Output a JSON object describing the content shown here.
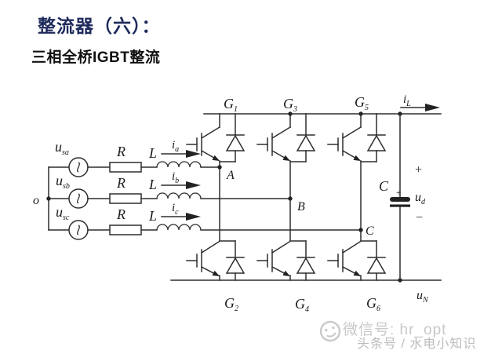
{
  "slide": {
    "title": "整流器（六）：",
    "subtitle": "三相全桥IGBT整流"
  },
  "circuit": {
    "neutral_node": "o",
    "source_labels": [
      {
        "main": "u",
        "sub": "sa"
      },
      {
        "main": "u",
        "sub": "sb"
      },
      {
        "main": "u",
        "sub": "sc"
      }
    ],
    "resistor_labels": [
      "R",
      "R",
      "R"
    ],
    "inductor_labels": [
      "L",
      "L",
      "L"
    ],
    "phase_current_labels": [
      {
        "main": "i",
        "sub": "a"
      },
      {
        "main": "i",
        "sub": "b"
      },
      {
        "main": "i",
        "sub": "c"
      }
    ],
    "upper_igbt_labels": [
      {
        "main": "G",
        "sub": "1"
      },
      {
        "main": "G",
        "sub": "3"
      },
      {
        "main": "G",
        "sub": "5"
      }
    ],
    "lower_igbt_labels": [
      {
        "main": "G",
        "sub": "2"
      },
      {
        "main": "G",
        "sub": "4"
      },
      {
        "main": "G",
        "sub": "6"
      }
    ],
    "node_labels": [
      "A",
      "B",
      "C"
    ],
    "load_current_label": {
      "main": "i",
      "sub": "L"
    },
    "capacitor_label": "C",
    "capacitor_polarity": "+",
    "output_plus": "+",
    "output_voltage": {
      "main": "u",
      "sub": "d"
    },
    "output_minus": "−",
    "neutral_voltage": {
      "main": "u",
      "sub": "N"
    }
  },
  "watermark": {
    "icon": "smiley-camera-icon",
    "line1": "微信号: hr_opt",
    "line2": "头条号 / 水电小知识"
  },
  "colors": {
    "title_navy": "#1e2a5c",
    "text_black": "#101012",
    "wire": "#2e2e2e",
    "watermark_gray": "#c6c6c6"
  }
}
